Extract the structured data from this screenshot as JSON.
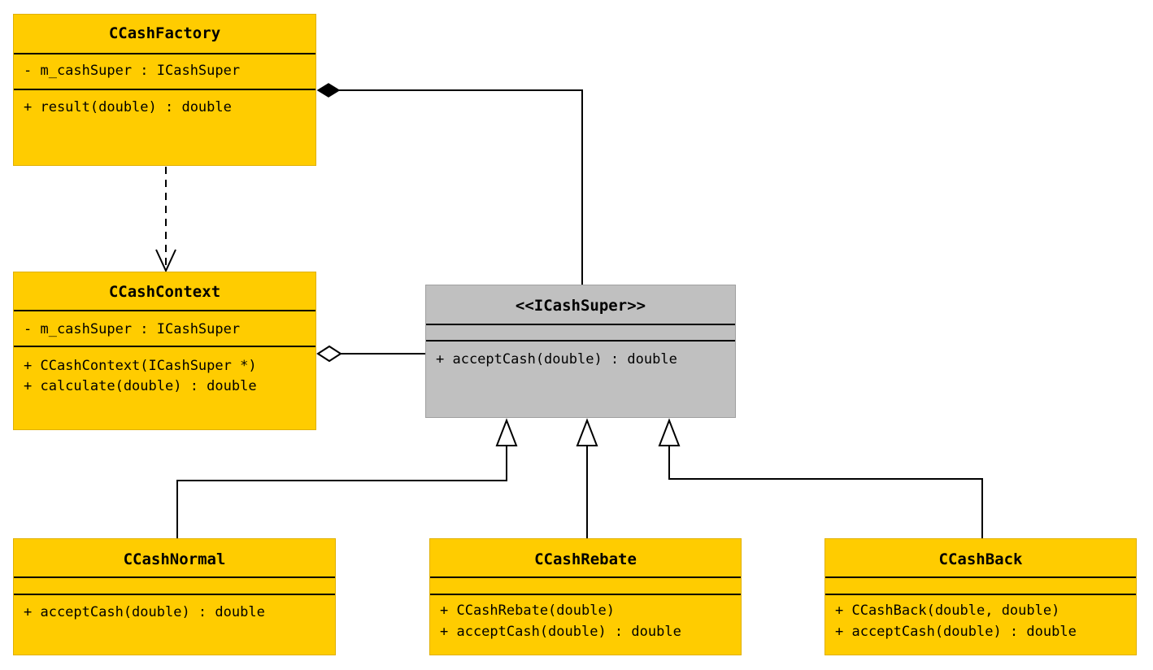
{
  "classes": {
    "factory": {
      "name": "CCashFactory",
      "attributes": [
        "- m_cashSuper : ICashSuper"
      ],
      "operations": [
        "+ result(double) : double"
      ]
    },
    "context": {
      "name": "CCashContext",
      "attributes": [
        "- m_cashSuper : ICashSuper"
      ],
      "operations": [
        "+ CCashContext(ICashSuper *)",
        "+ calculate(double) : double"
      ]
    },
    "isuper": {
      "name": "<<ICashSuper>>",
      "operations": [
        "+ acceptCash(double) : double"
      ]
    },
    "normal": {
      "name": "CCashNormal",
      "operations": [
        "+ acceptCash(double) : double"
      ]
    },
    "rebate": {
      "name": "CCashRebate",
      "operations": [
        "+ CCashRebate(double)",
        "+ acceptCash(double) : double"
      ]
    },
    "back": {
      "name": "CCashBack",
      "operations": [
        "+ CCashBack(double, double)",
        "+ acceptCash(double) : double"
      ]
    }
  },
  "colors": {
    "class_fill": "#ffcc00",
    "interface_fill": "#c0c0c0",
    "line": "#000000"
  }
}
